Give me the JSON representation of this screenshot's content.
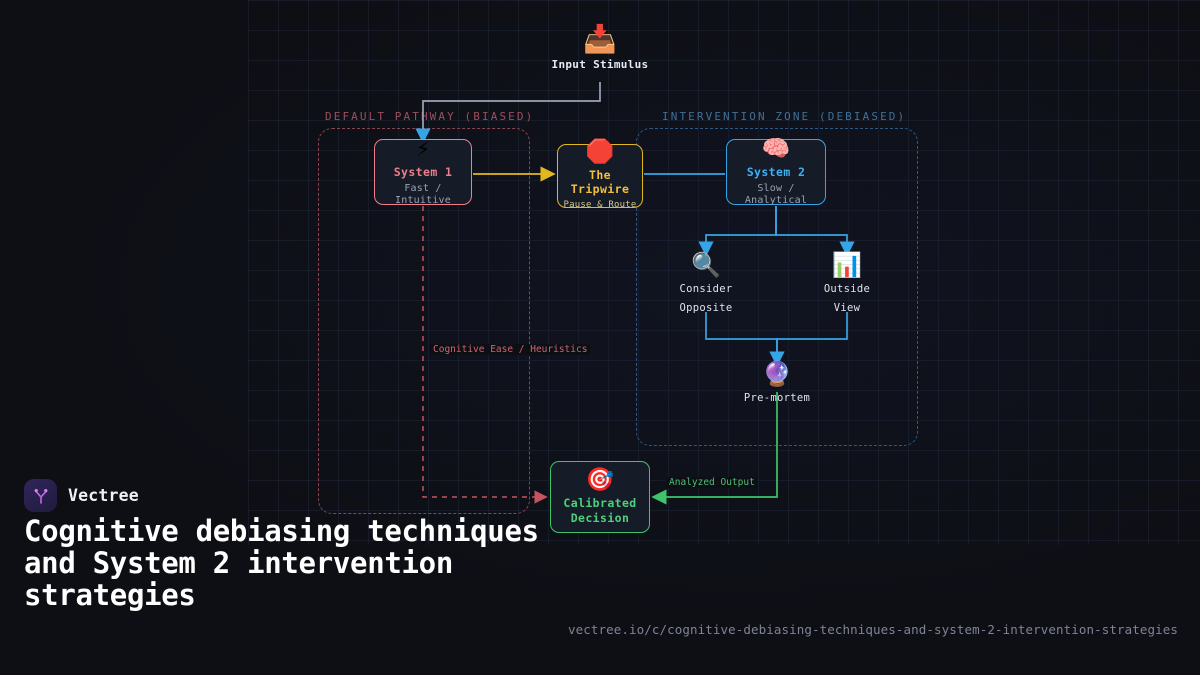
{
  "brand": {
    "name": "Vectree",
    "logo_icon": "tree-branch-icon"
  },
  "footer": {
    "title": "Cognitive debiasing techniques and System 2 intervention strategies",
    "url": "vectree.io/c/cognitive-debiasing-techniques-and-system-2-intervention-strategies"
  },
  "colors": {
    "background": "#0e0f15",
    "node_fill": "#161b28",
    "biased_zone": "#8c4450",
    "debiased_zone": "#2d5a86",
    "system1": "#ef7d8a",
    "tripwire": "#e3b81f",
    "system2": "#36a5e8",
    "calibrated": "#3fc46b",
    "neutral_edge": "#9aa5b8",
    "brand_accent": "#c86ff0"
  },
  "zones": [
    {
      "id": "biased",
      "label": "DEFAULT PATHWAY (BIASED)",
      "color": "#9c4f5c"
    },
    {
      "id": "debiased",
      "label": "INTERVENTION ZONE (DEBIASED)",
      "color": "#3f7099"
    }
  ],
  "nodes": {
    "input": {
      "label": "Input Stimulus",
      "icon": "inbox-tray-icon",
      "emoji": "📥"
    },
    "system1": {
      "title": "System 1",
      "subtitle": "Fast / Intuitive",
      "icon": "lightning-bolt-icon",
      "emoji": "⚡"
    },
    "tripwire": {
      "title": "The Tripwire",
      "subtitle": "Pause & Route",
      "icon": "stop-sign-icon",
      "emoji": "🛑"
    },
    "system2": {
      "title": "System 2",
      "subtitle": "Slow / Analytical",
      "icon": "brain-icon",
      "emoji": "🧠"
    },
    "consider": {
      "label": "Consider\nOpposite",
      "line1": "Consider",
      "line2": "Opposite",
      "icon": "magnifying-glass-icon",
      "emoji": "🔍"
    },
    "outside": {
      "label": "Outside\nView",
      "line1": "Outside",
      "line2": "View",
      "icon": "bar-chart-icon",
      "emoji": "📊"
    },
    "premortem": {
      "label": "Pre-mortem",
      "icon": "crystal-ball-icon",
      "emoji": "🔮"
    },
    "calibrated": {
      "line1": "Calibrated",
      "line2": "Decision",
      "icon": "dart-target-icon",
      "emoji": "🎯"
    }
  },
  "edges": [
    {
      "from": "input",
      "to": "system1",
      "label": "",
      "color": "#9aa5b8"
    },
    {
      "from": "system1",
      "to": "tripwire",
      "label": "",
      "color": "#e3b81f"
    },
    {
      "from": "tripwire",
      "to": "system2",
      "label": "",
      "color": "#36a5e8"
    },
    {
      "from": "system1",
      "to": "calibrated",
      "label": "Cognitive Ease / Heuristics",
      "color": "#d4616f"
    },
    {
      "from": "system2",
      "to": "consider",
      "label": "",
      "color": "#36a5e8"
    },
    {
      "from": "system2",
      "to": "outside",
      "label": "",
      "color": "#36a5e8"
    },
    {
      "from": "consider",
      "to": "premortem",
      "label": "",
      "color": "#36a5e8"
    },
    {
      "from": "outside",
      "to": "premortem",
      "label": "",
      "color": "#36a5e8"
    },
    {
      "from": "premortem",
      "to": "calibrated",
      "label": "Analyzed Output",
      "color": "#4fbf74"
    }
  ],
  "edge_labels": {
    "heuristics": "Cognitive Ease / Heuristics",
    "analyzed": "Analyzed Output"
  }
}
